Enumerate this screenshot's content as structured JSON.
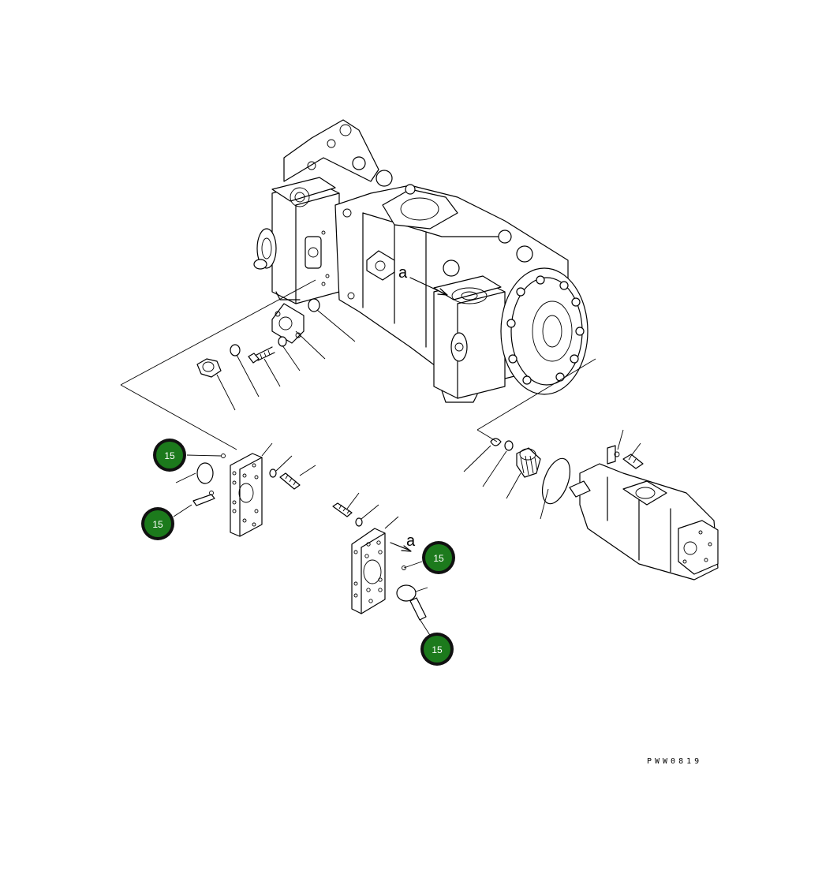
{
  "callout_label": "15",
  "view_marker": "a",
  "drawing_code": "PWW0819",
  "colors": {
    "callout_fill": "#1c7a1c",
    "callout_ring": "#111111",
    "line": "#000000"
  }
}
